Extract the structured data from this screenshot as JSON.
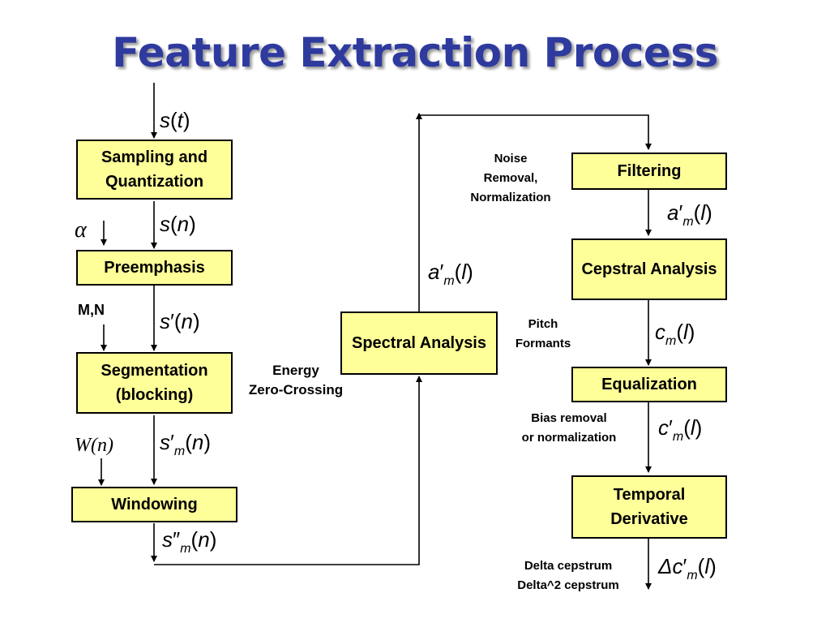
{
  "title": "Feature Extraction Process",
  "boxes": {
    "sampling": "Sampling and Quantization",
    "preemphasis": "Preemphasis",
    "segmentation": "Segmentation (blocking)",
    "windowing": "Windowing",
    "spectral": "Spectral Analysis",
    "filtering": "Filtering",
    "cepstral": "Cepstral Analysis",
    "equalization": "Equalization",
    "temporal": "Temporal Derivative"
  },
  "notes": {
    "mn": "M,N",
    "energy": "Energy",
    "zero_crossing": "Zero-Crossing",
    "noise_1": "Noise",
    "noise_2": "Removal,",
    "noise_3": "Normalization",
    "pitch": "Pitch",
    "formants": "Formants",
    "bias_1": "Bias removal",
    "bias_2": "or normalization",
    "delta_1": "Delta cepstrum",
    "delta_2": "Delta^2 cepstrum"
  },
  "symbols": {
    "s_t": {
      "base": "s",
      "prime": "",
      "sub": "",
      "arg": "t"
    },
    "s_n": {
      "base": "s",
      "prime": "",
      "sub": "",
      "arg": "n"
    },
    "sp_n": {
      "base": "s",
      "prime": "′",
      "sub": "",
      "arg": "n"
    },
    "spm_n": {
      "base": "s",
      "prime": "′",
      "sub": "m",
      "arg": "n"
    },
    "sppm_n": {
      "base": "s",
      "prime": "″",
      "sub": "m",
      "arg": "n"
    },
    "apm_l_mid": {
      "base": "a",
      "prime": "′",
      "sub": "m",
      "arg": "l"
    },
    "apm_l_right": {
      "base": "a",
      "prime": "′",
      "sub": "m",
      "arg": "l"
    },
    "cm_l": {
      "base": "c",
      "prime": "",
      "sub": "m",
      "arg": "l"
    },
    "cpm_l": {
      "base": "c",
      "prime": "′",
      "sub": "m",
      "arg": "l"
    },
    "dcpm_l": {
      "base": "Δc",
      "prime": "′",
      "sub": "m",
      "arg": "l"
    },
    "alpha": "α",
    "window_fn": "W(n)"
  }
}
